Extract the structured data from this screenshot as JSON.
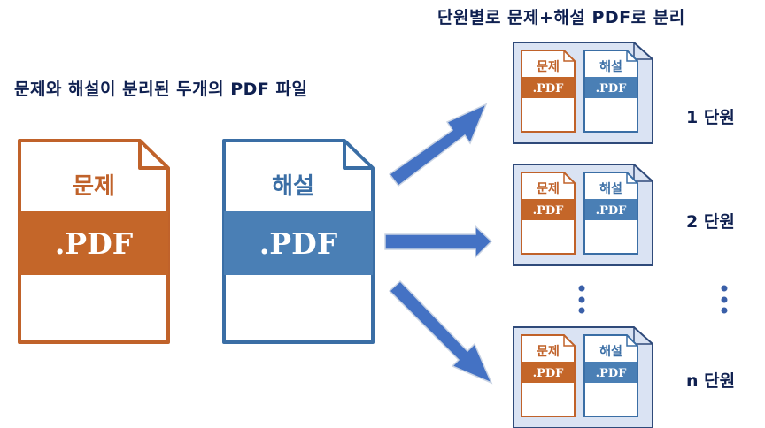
{
  "left_title": "문제와 해설이 분리된 두개의 PDF 파일",
  "right_title": "단원별로 문제+해설 PDF로 분리",
  "source_files": [
    {
      "name": "문제",
      "ext": ".PDF",
      "color": "#c0622a"
    },
    {
      "name": "해설",
      "ext": ".PDF",
      "color": "#3f78b0"
    }
  ],
  "units": [
    {
      "label": "1 단원",
      "files": [
        "문제",
        "해설"
      ],
      "ext": ".PDF"
    },
    {
      "label": "2 단원",
      "files": [
        "문제",
        "해설"
      ],
      "ext": ".PDF"
    },
    {
      "label": "n 단원",
      "files": [
        "문제",
        "해설"
      ],
      "ext": ".PDF"
    }
  ],
  "colors": {
    "problem": "#c0622a",
    "problem_band": "#c46629",
    "solution": "#3a6ea5",
    "solution_band": "#4a7fb5",
    "arrow": "#4472c4",
    "folder_fill": "#dae3f3",
    "folder_stroke": "#2f4a7a",
    "title": "#0f2050"
  }
}
